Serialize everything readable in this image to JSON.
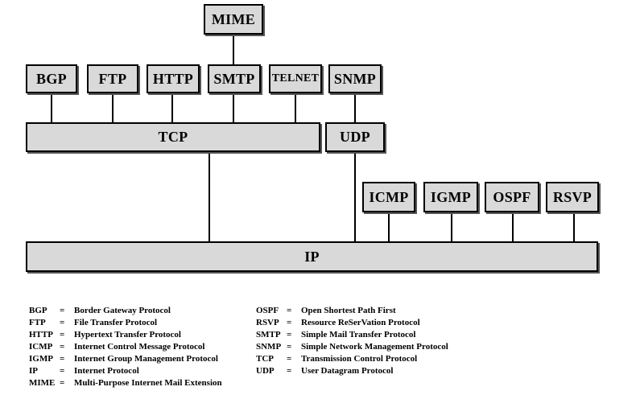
{
  "diagram": {
    "application_layer": [
      "BGP",
      "FTP",
      "HTTP",
      "SMTP",
      "TELNET",
      "SNMP"
    ],
    "mail_extension": "MIME",
    "transport_layer": [
      "TCP",
      "UDP"
    ],
    "network_protocols": [
      "ICMP",
      "IGMP",
      "OSPF",
      "RSVP"
    ],
    "internet_layer": "IP"
  },
  "legend": {
    "left": [
      {
        "abbr": "BGP",
        "eq": "=",
        "def": "Border Gateway Protocol"
      },
      {
        "abbr": "FTP",
        "eq": "=",
        "def": "File Transfer Protocol"
      },
      {
        "abbr": "HTTP",
        "eq": "=",
        "def": "Hypertext Transfer Protocol"
      },
      {
        "abbr": "ICMP",
        "eq": "=",
        "def": "Internet Control Message Protocol"
      },
      {
        "abbr": "IGMP",
        "eq": "=",
        "def": "Internet Group Management Protocol"
      },
      {
        "abbr": "IP",
        "eq": "=",
        "def": "Internet Protocol"
      },
      {
        "abbr": "MIME",
        "eq": "=",
        "def": "Multi-Purpose Internet Mail Extension"
      }
    ],
    "right": [
      {
        "abbr": "OSPF",
        "eq": "=",
        "def": "Open Shortest Path First"
      },
      {
        "abbr": "RSVP",
        "eq": "=",
        "def": "Resource ReSerVation Protocol"
      },
      {
        "abbr": "SMTP",
        "eq": "=",
        "def": "Simple Mail Transfer Protocol"
      },
      {
        "abbr": "SNMP",
        "eq": "=",
        "def": "Simple Network Management Protocol"
      },
      {
        "abbr": "TCP",
        "eq": "=",
        "def": "Transmission Control Protocol"
      },
      {
        "abbr": "UDP",
        "eq": "=",
        "def": "User Datagram Protocol"
      }
    ]
  }
}
